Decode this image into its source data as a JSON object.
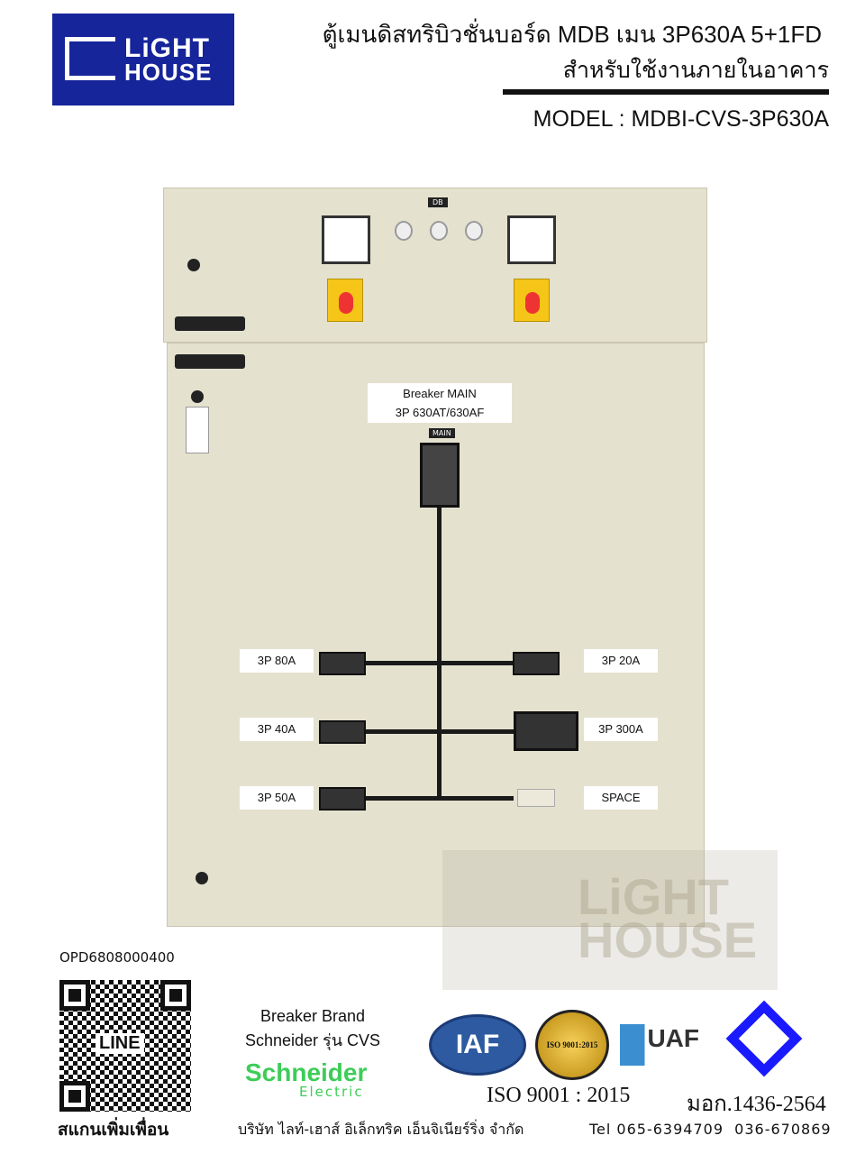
{
  "header": {
    "logo_line1": "LiGHT",
    "logo_line2": "HOUSE",
    "title": "ตู้เมนดิสทริบิวชั่นบอร์ด MDB เมน 3P630A 5+1FD",
    "subtitle": "สำหรับใช้งานภายในอาคาร",
    "model": "MODEL : MDBI-CVS-3P630A"
  },
  "cabinet": {
    "db_tag": "DB",
    "main_tag": "MAIN",
    "main_label_line1": "Breaker MAIN",
    "main_label_line2": "3P 630AT/630AF",
    "watermark_line1": "LiGHT",
    "watermark_line2": "HOUSE",
    "feeders_left": [
      "3P 80A",
      "3P 40A",
      "3P 50A"
    ],
    "feeders_right": [
      "3P 20A",
      "3P 300A",
      "SPACE"
    ]
  },
  "footer": {
    "product_code": "OPD6808000400",
    "qr_label": "LINE",
    "scan_text": "สแกนเพิ่มเพื่อน",
    "breaker_brand_line1": "Breaker Brand",
    "breaker_brand_line2": "Schneider รุ่น CVS",
    "schneider_logo_line1": "Schneider",
    "schneider_logo_line2": "Electric",
    "iaf": "IAF",
    "iso_badge": "ISO 9001:2015",
    "uaf": "UAF",
    "iso_text": "ISO 9001 : 2015",
    "tis_text": "มอก.1436-2564",
    "company": "บริษัท ไลท์-เฮาส์ อิเล็กทริค เอ็นจิเนียร์ริ่ง จำกัด",
    "tel": "Tel 065-6394709  036-670869"
  },
  "colors": {
    "brand_blue": "#16259a",
    "panel": "#e4e1cf",
    "schneider_green": "#3dcd58",
    "tis_blue": "#1a1aff"
  }
}
